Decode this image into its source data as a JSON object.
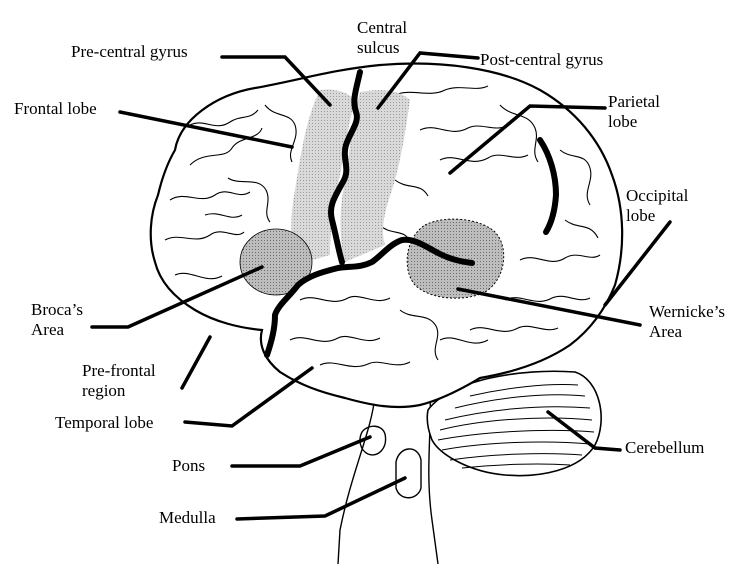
{
  "diagram": {
    "labels": {
      "central_sulcus": [
        "Central",
        "sulcus"
      ],
      "pre_central_gyrus": "Pre-central gyrus",
      "post_central_gyrus": "Post-central gyrus",
      "frontal_lobe": "Frontal lobe",
      "parietal_lobe": [
        "Parietal",
        "lobe"
      ],
      "occipital_lobe": [
        "Occipital",
        "lobe"
      ],
      "brocas_area": [
        "Broca’s",
        "Area"
      ],
      "wernickes_area": [
        "Wernicke’s",
        "Area"
      ],
      "pre_frontal_region": [
        "Pre-frontal",
        "region"
      ],
      "temporal_lobe": "Temporal lobe",
      "cerebellum": "Cerebellum",
      "pons": "Pons",
      "medulla": "Medulla"
    },
    "colors": {
      "line": "#000000",
      "shaded_region": "#c8c8c8",
      "background": "#ffffff"
    }
  }
}
